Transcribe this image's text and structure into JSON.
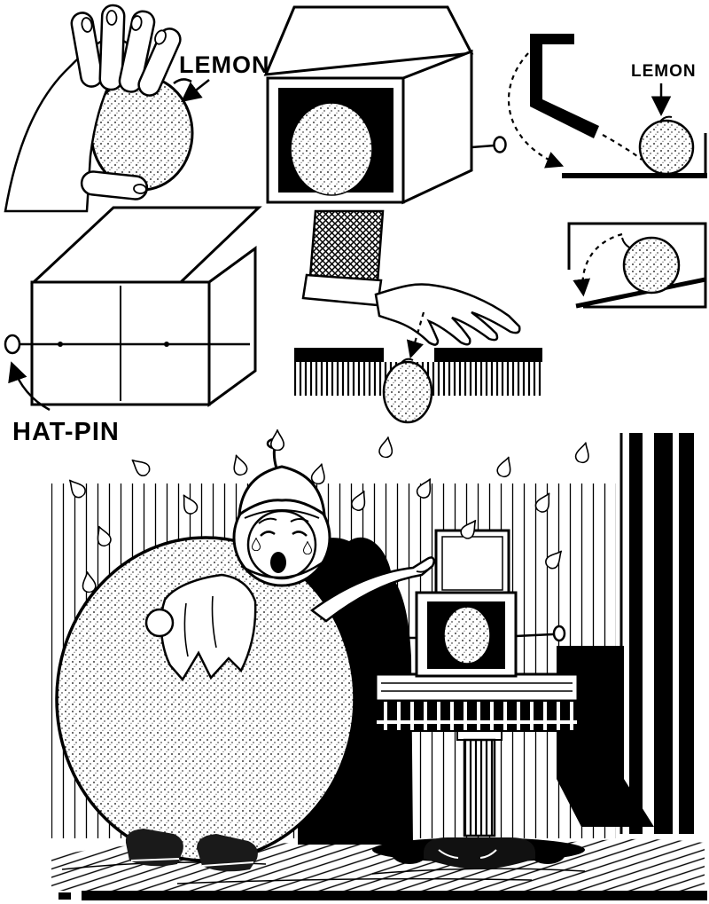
{
  "description": "Vintage black-and-white magic-trick instructional illustration: a lemon is shown in a hand, loaded into a hat-pin pierced box, a flap diagram lets the lemon roll out, a hand drops a lemon through a table slot, and below a crying performer in a giant lemon costume stands beside the trick box on a fringed pedestal table.",
  "colors": {
    "ink": "#000000",
    "paper": "#ffffff"
  },
  "labels": {
    "lemon_hand": "LEMON",
    "lemon_flap": "LEMON",
    "hat_pin": "HAT-PIN"
  }
}
